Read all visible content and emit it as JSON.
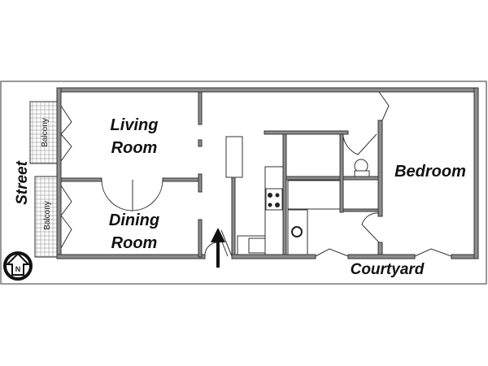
{
  "plan": {
    "rooms": {
      "living": {
        "line1": "Living",
        "line2": "Room"
      },
      "dining": {
        "line1": "Dining",
        "line2": "Room"
      },
      "bedroom": "Bedroom"
    },
    "surroundings": {
      "street": "Street",
      "courtyard": "Courtyard",
      "balcony_top": "Balcony",
      "balcony_bottom": "Balcony"
    },
    "compass": "N",
    "colors": {
      "wall": "#8c8c8c",
      "outline": "#333333"
    }
  }
}
